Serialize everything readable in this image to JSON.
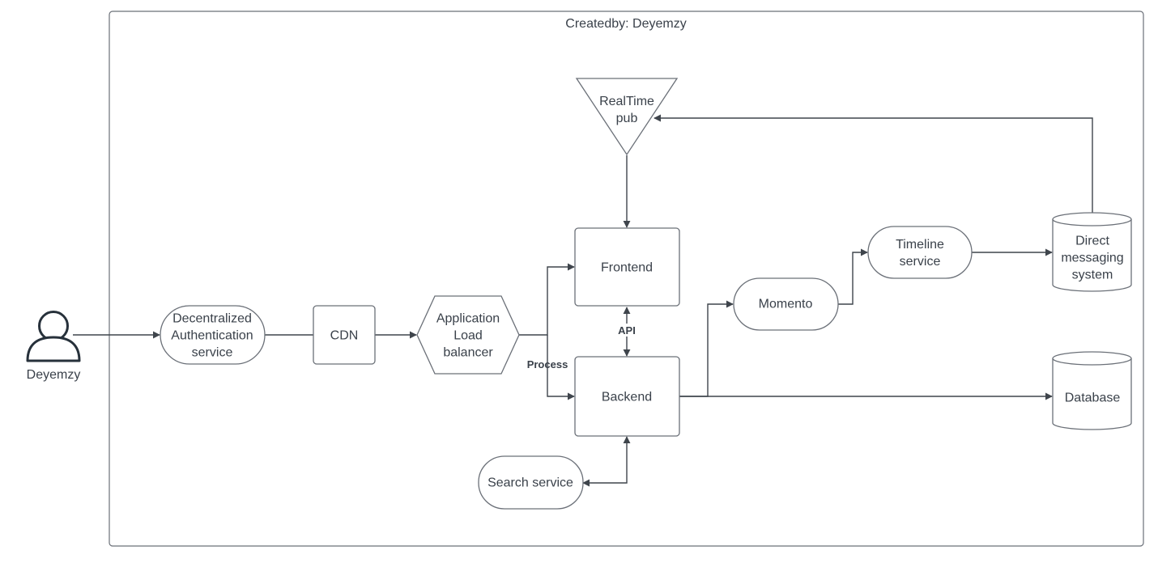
{
  "frame": {
    "title": "Createdby: Deyemzy"
  },
  "actor": {
    "label": "Deyemzy",
    "icon": "user-icon"
  },
  "nodes": {
    "auth": [
      "Decentralized",
      "Authentication",
      "service"
    ],
    "cdn": [
      "CDN"
    ],
    "alb": [
      "Application",
      "Load",
      "balancer"
    ],
    "realtime": [
      "RealTime",
      "pub"
    ],
    "frontend": [
      "Frontend"
    ],
    "backend": [
      "Backend"
    ],
    "search": [
      "Search service"
    ],
    "momento": [
      "Momento"
    ],
    "timeline": [
      "Timeline",
      "service"
    ],
    "dm": [
      "Direct",
      "messaging",
      "system"
    ],
    "database": [
      "Database"
    ]
  },
  "edge_labels": {
    "api": "API",
    "process": "Process"
  },
  "colors": {
    "line": "#3f454c",
    "stroke": "#6b7078",
    "text": "#3a414a",
    "actor": "#27313b"
  }
}
